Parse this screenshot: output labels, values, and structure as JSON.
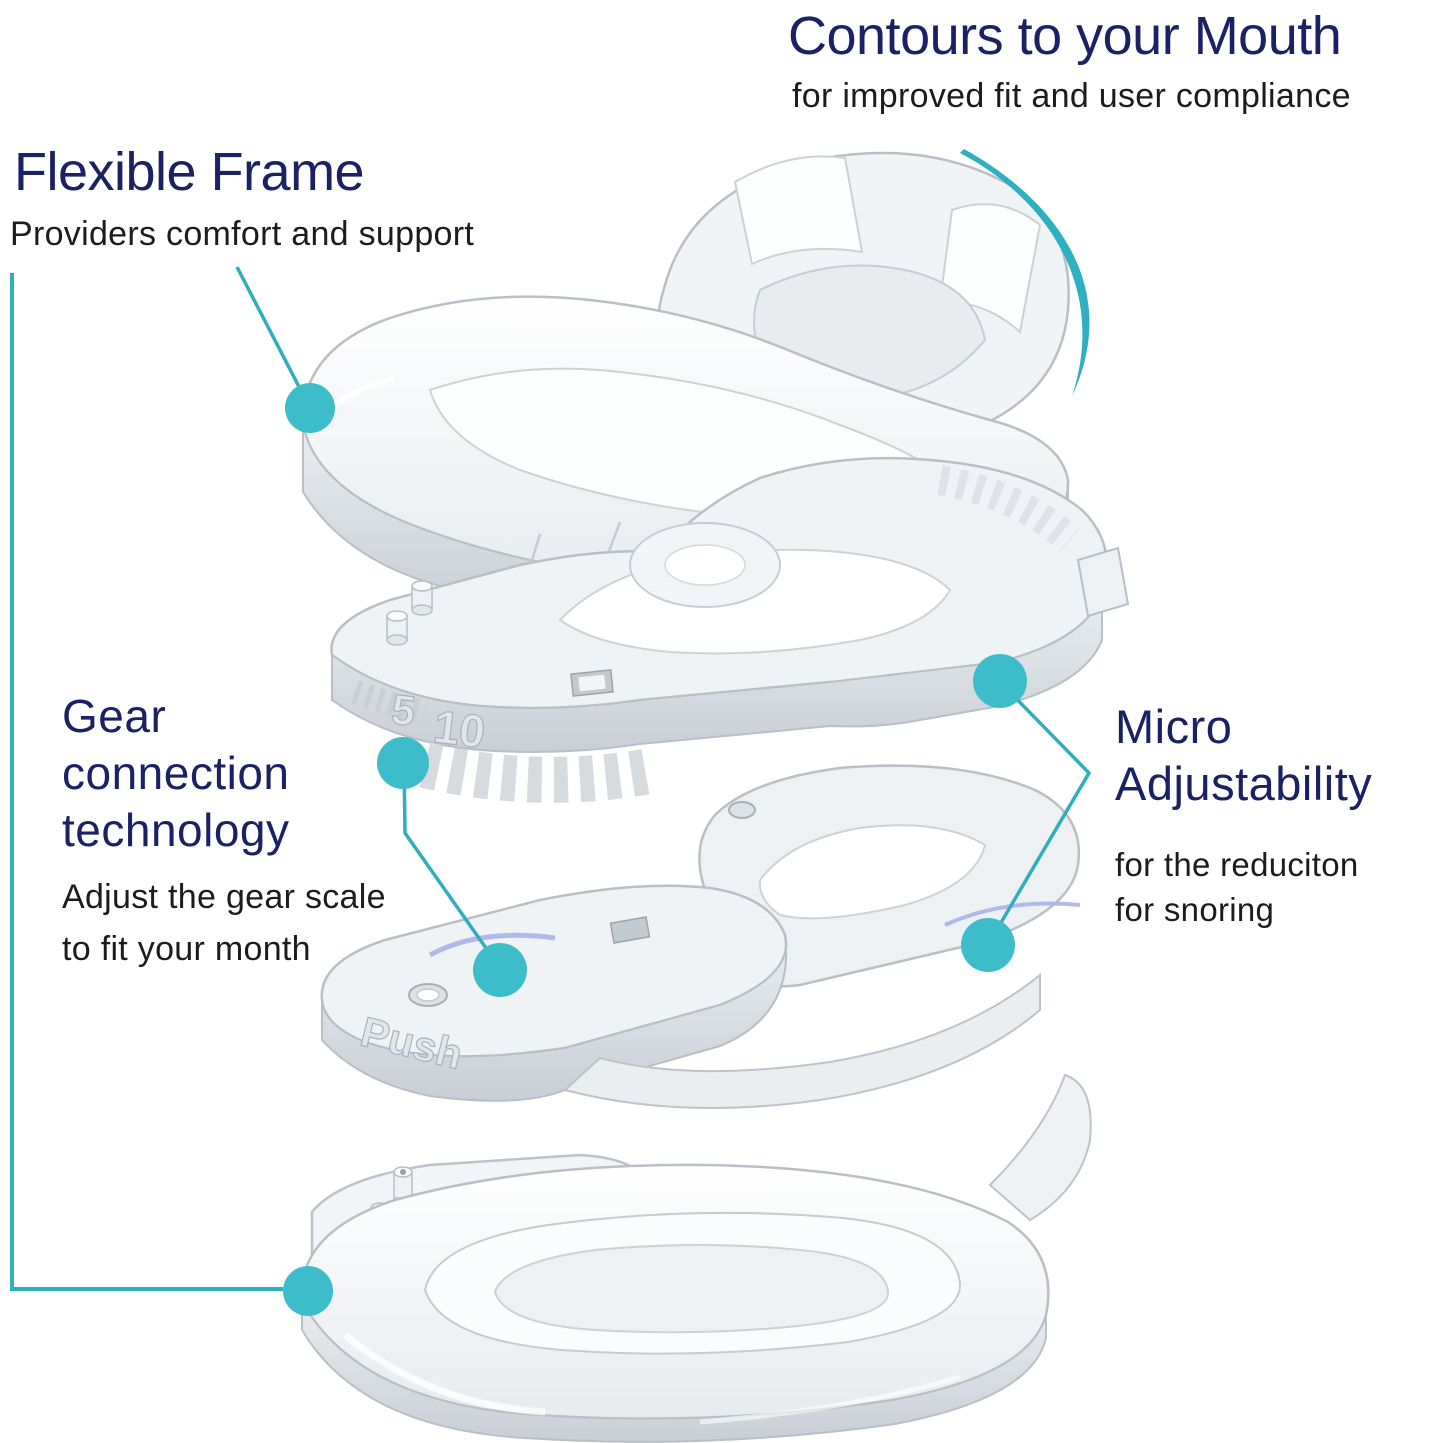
{
  "colors": {
    "heading_navy": "#1b2165",
    "body_text": "#1c1c1c",
    "callout_dot_teal": "#3dbdca",
    "callout_line_teal": "#2faebd",
    "device_outline_gray": "#b9bfc5"
  },
  "callouts": {
    "contours": {
      "title": "Contours to your Mouth",
      "subtitle": "for improved fit and user compliance"
    },
    "flexible_frame": {
      "title": "Flexible Frame",
      "subtitle": "Providers comfort and support"
    },
    "gear_connection": {
      "title_lines": [
        "Gear",
        "connection",
        "technology"
      ],
      "subtitle_lines": [
        "Adjust the gear scale",
        "to fit your month"
      ]
    },
    "micro_adjustability": {
      "title_lines": [
        "Micro",
        "Adjustability"
      ],
      "subtitle_lines": [
        "for the reduciton",
        "for snoring"
      ]
    }
  },
  "device": {
    "engravings": {
      "scale_mark_5": "5",
      "scale_mark_10": "10",
      "push_label": "Push"
    }
  }
}
